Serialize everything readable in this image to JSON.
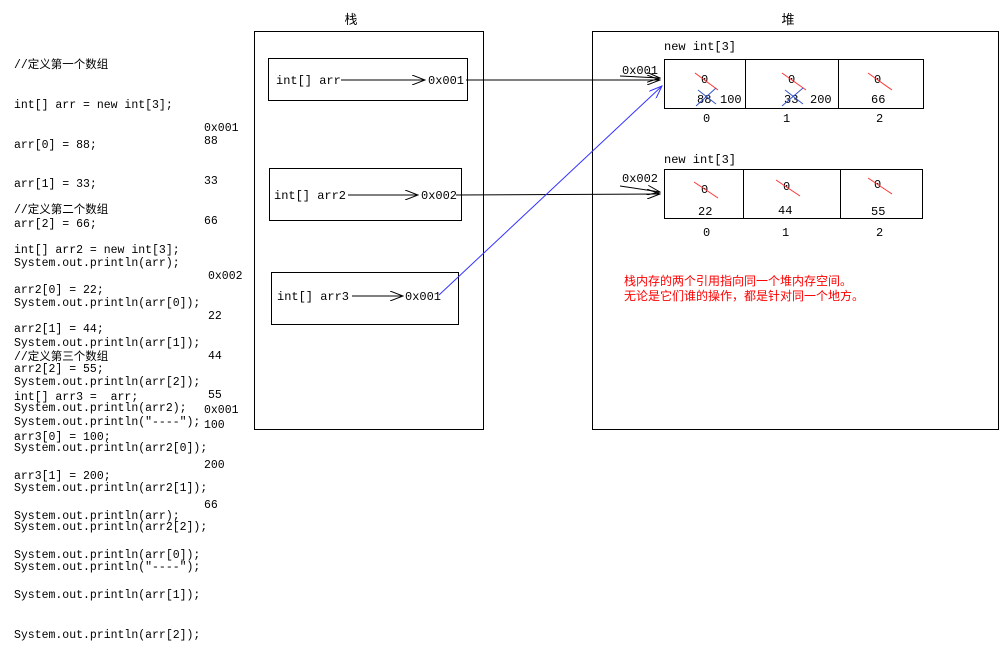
{
  "code": {
    "block1": [
      "//定义第一个数组",
      "int[] arr = new int[3];",
      "arr[0] = 88;",
      "arr[1] = 33;",
      "arr[2] = 66;",
      "System.out.println(arr);",
      "System.out.println(arr[0]);",
      "System.out.println(arr[1]);",
      "System.out.println(arr[2]);",
      "System.out.println(\"----\");"
    ],
    "block1_outputs": [
      "0x001",
      "88",
      "33",
      "66"
    ],
    "block2": [
      "//定义第二个数组",
      "int[] arr2 = new int[3];",
      "arr2[0] = 22;",
      "arr2[1] = 44;",
      "arr2[2] = 55;",
      "System.out.println(arr2);",
      "System.out.println(arr2[0]);",
      "System.out.println(arr2[1]);",
      "System.out.println(arr2[2]);",
      "System.out.println(\"----\");"
    ],
    "block2_outputs": [
      "0x002",
      "22",
      "44",
      "55"
    ],
    "block3": [
      "//定义第三个数组",
      "int[] arr3 =  arr;",
      "arr3[0] = 100;",
      "arr3[1] = 200;",
      "System.out.println(arr);",
      "System.out.println(arr[0]);",
      "System.out.println(arr[1]);",
      "System.out.println(arr[2]);"
    ],
    "block3_outputs": [
      "0x001",
      "100",
      "200",
      "66"
    ]
  },
  "stack": {
    "title": "栈",
    "vars": [
      {
        "label": "int[] arr",
        "value": "0x001"
      },
      {
        "label": "int[] arr2",
        "value": "0x002"
      },
      {
        "label": "int[] arr3",
        "value": "0x001"
      }
    ]
  },
  "heap": {
    "title": "堆",
    "arrays": [
      {
        "caption": "new int[3]",
        "address": "0x001",
        "cells": [
          {
            "initial": "0",
            "old": "88",
            "value": "100"
          },
          {
            "initial": "0",
            "old": "33",
            "value": "200"
          },
          {
            "initial": "0",
            "value": "66"
          }
        ],
        "indices": [
          "0",
          "1",
          "2"
        ]
      },
      {
        "caption": "new int[3]",
        "address": "0x002",
        "cells": [
          {
            "initial": "0",
            "value": "22"
          },
          {
            "initial": "0",
            "value": "44"
          },
          {
            "initial": "0",
            "value": "55"
          }
        ],
        "indices": [
          "0",
          "1",
          "2"
        ]
      }
    ]
  },
  "note": {
    "lines": [
      "栈内存的两个引用指向同一个堆内存空间。",
      "无论是它们谁的操作，都是针对同一个地方。"
    ]
  },
  "colors": {
    "arrow_black": "#000000",
    "arrow_blue": "#3333ff",
    "strike_red": "#ff3333",
    "strike_blue": "#3355cc",
    "note_red": "#ff0000"
  }
}
